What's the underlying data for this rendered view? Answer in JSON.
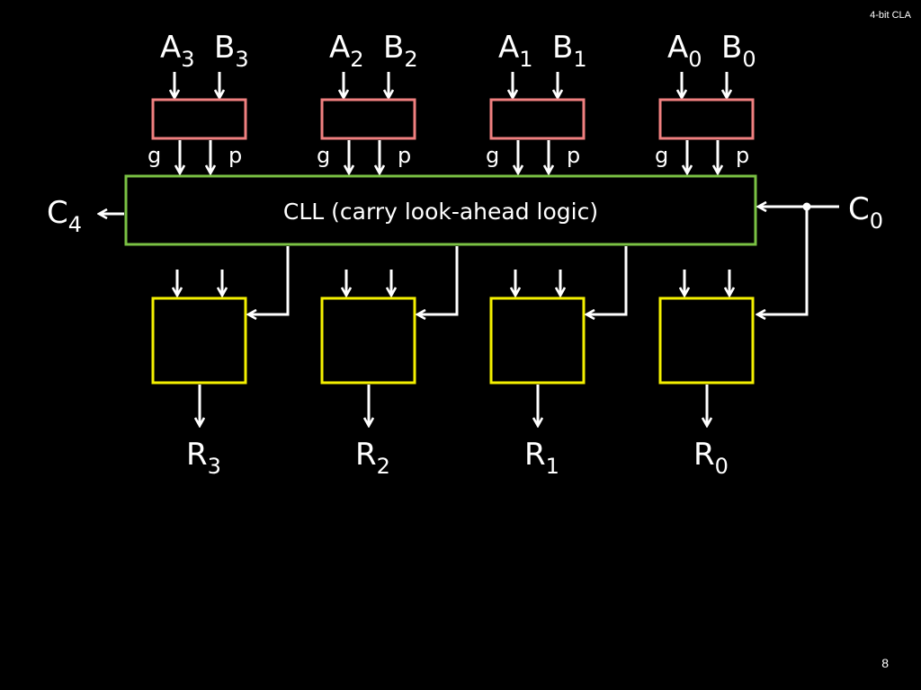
{
  "header": "4-bit CLA",
  "page_number": "8",
  "cll_label": "CLL (carry look-ahead logic)",
  "bits": [
    {
      "a": "A",
      "a_sub": "3",
      "b": "B",
      "b_sub": "3",
      "g": "g",
      "p": "p",
      "r": "R",
      "r_sub": "3"
    },
    {
      "a": "A",
      "a_sub": "2",
      "b": "B",
      "b_sub": "2",
      "g": "g",
      "p": "p",
      "r": "R",
      "r_sub": "2"
    },
    {
      "a": "A",
      "a_sub": "1",
      "b": "B",
      "b_sub": "1",
      "g": "g",
      "p": "p",
      "r": "R",
      "r_sub": "1"
    },
    {
      "a": "A",
      "a_sub": "0",
      "b": "B",
      "b_sub": "0",
      "g": "g",
      "p": "p",
      "r": "R",
      "r_sub": "0"
    }
  ],
  "carry_out": {
    "label": "C",
    "sub": "4"
  },
  "carry_in": {
    "label": "C",
    "sub": "0"
  },
  "colors": {
    "gp_box": "#f08080",
    "cll_box": "#7ac143",
    "sum_box": "#f4f000",
    "wire": "#ffffff"
  }
}
